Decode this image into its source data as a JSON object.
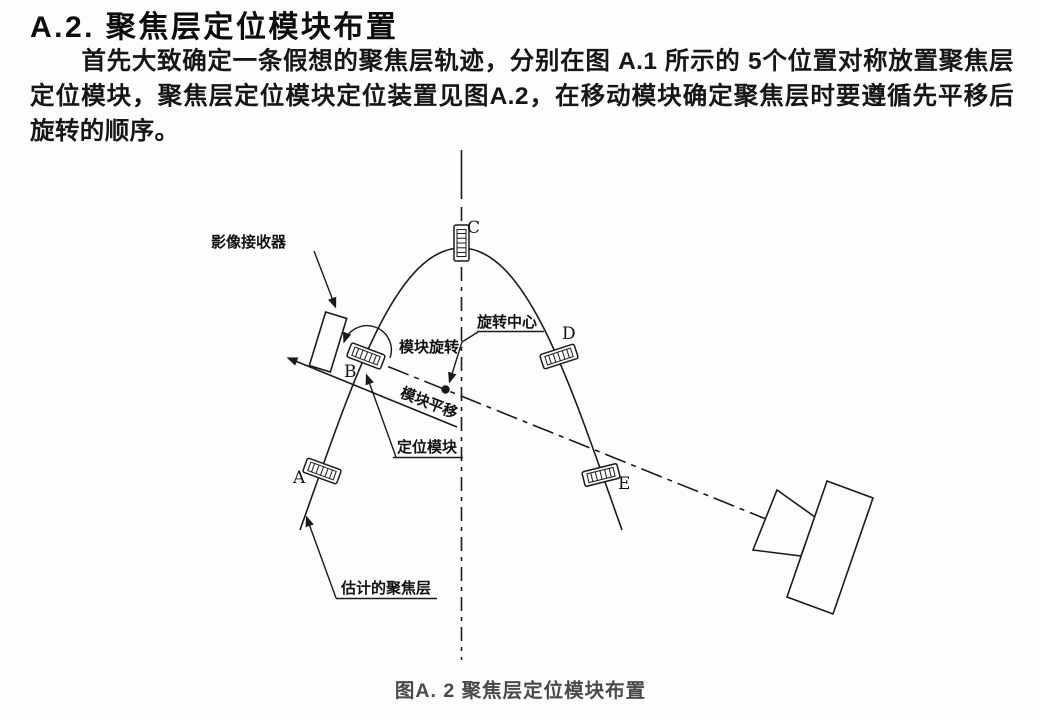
{
  "page": {
    "heading": "A.2. 聚焦层定位模块布置",
    "paragraph": "首先大致确定一条假想的聚焦层轨迹，分别在图 A.1 所示的 5个位置对称放置聚焦层定位模块，聚焦层定位模块定位装置见图A.2，在移动模块确定聚焦层时要遵循先平移后旋转的顺序。",
    "figure_caption": "图A. 2 聚焦层定位模块布置"
  },
  "figure": {
    "labels": {
      "image_receiver": "影像接收器",
      "rotation_center": "旋转中心",
      "module_rotation": "模块旋转",
      "module_translation": "模块平移",
      "positioning_module": "定位模块",
      "estimated_focal_layer": "估计的聚焦层"
    },
    "positions": [
      "A",
      "B",
      "C",
      "D",
      "E"
    ],
    "colors": {
      "line": "#1a1a1a",
      "text": "#111111",
      "caption": "#4a4a4a",
      "background": "#fdfdfd"
    }
  }
}
